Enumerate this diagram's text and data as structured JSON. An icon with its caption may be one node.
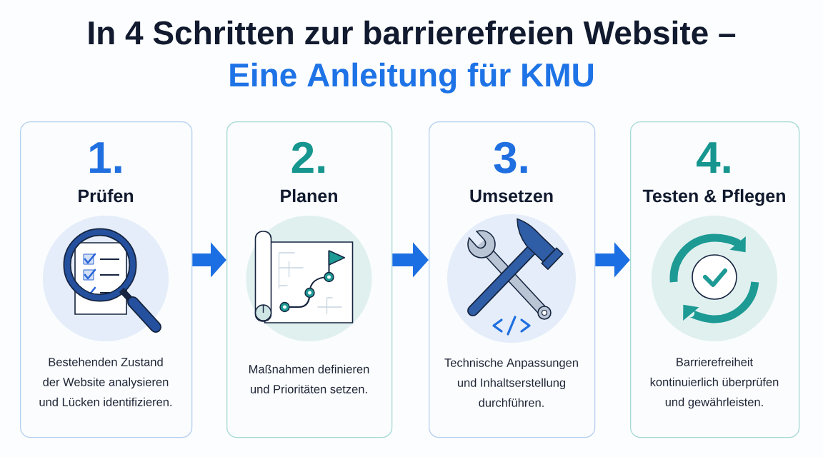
{
  "diagram": {
    "title": "In 4 Schritten zur barrierefreien Website –",
    "nodes": [
      {
        "text": [
          "1.",
          "Prüfen",
          "Bestehenden Zustand der Website analysieren und Lücken identifizieren."
        ]
      },
      {
        "text": [
          "2.",
          "Planen",
          "Maßnahmen definieren und Prioritäten setzen."
        ]
      },
      {
        "text": [
          "3.",
          "Umsetzen",
          "Technische Anpassungen und Inhaltserstellung durchführen."
        ]
      },
      {
        "text": [
          "4.",
          "Testen & Pflegen",
          "Barrierefreiheit kontinuierlich überprüfen und gewährleisten."
        ]
      }
    ],
    "edges": [
      {
        "from": 0,
        "to": 1,
        "arrow": "to"
      },
      {
        "from": 1,
        "to": 2,
        "arrow": "to"
      },
      {
        "from": 2,
        "to": 3,
        "arrow": "to"
      }
    ],
    "labels": [
      "Eine Anleitung für KMU"
    ]
  }
}
